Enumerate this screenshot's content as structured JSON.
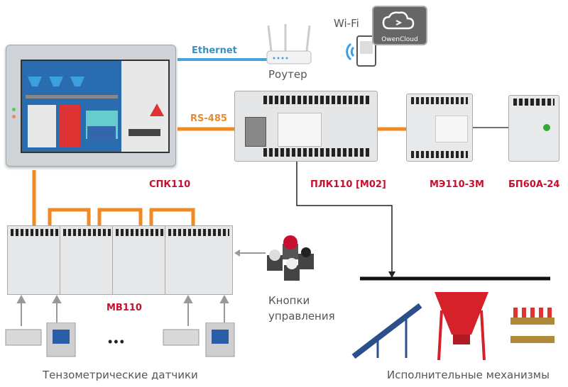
{
  "devices": {
    "panel_label": "СПК110",
    "plc_label": "ПЛК110 [М02]",
    "io_module_label": "МЭ110-3М",
    "psu_label": "БП60А-24",
    "modules_label": "МВ110",
    "router_label": "Роутер",
    "cloud_label": "OwenCloud"
  },
  "links": {
    "ethernet": "Ethernet",
    "rs485": "RS-485",
    "wifi": "Wi-Fi"
  },
  "captions": {
    "buttons": "Кнопки\nуправления",
    "sensors": "Тензометрические датчики",
    "actuators": "Исполнительные механизмы",
    "ellipsis": "•••"
  },
  "colors": {
    "orange_link": "#f08a24",
    "blue_link": "#4aa3d8",
    "device_red": "#c8102e",
    "hmi_bg": "#1a5fa0"
  }
}
